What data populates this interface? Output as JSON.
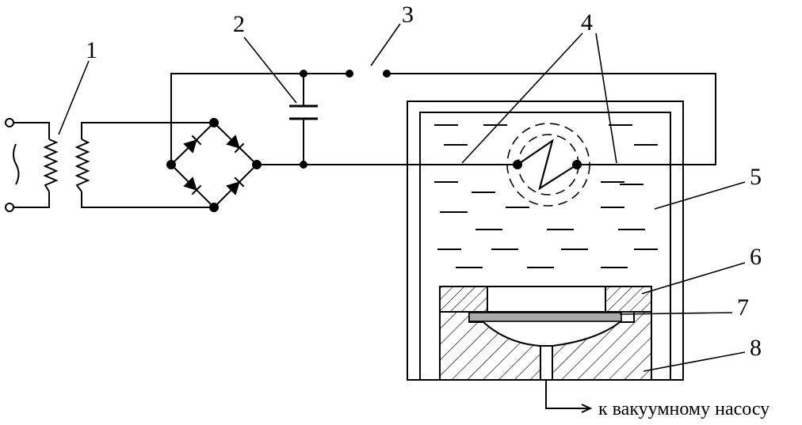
{
  "labels": {
    "n1": "1",
    "n2": "2",
    "n3": "3",
    "n4": "4",
    "n5": "5",
    "n6": "6",
    "n7": "7",
    "n8": "8"
  },
  "caption": "к вакуумному насосу",
  "colors": {
    "ink": "#000000",
    "background": "#ffffff"
  }
}
